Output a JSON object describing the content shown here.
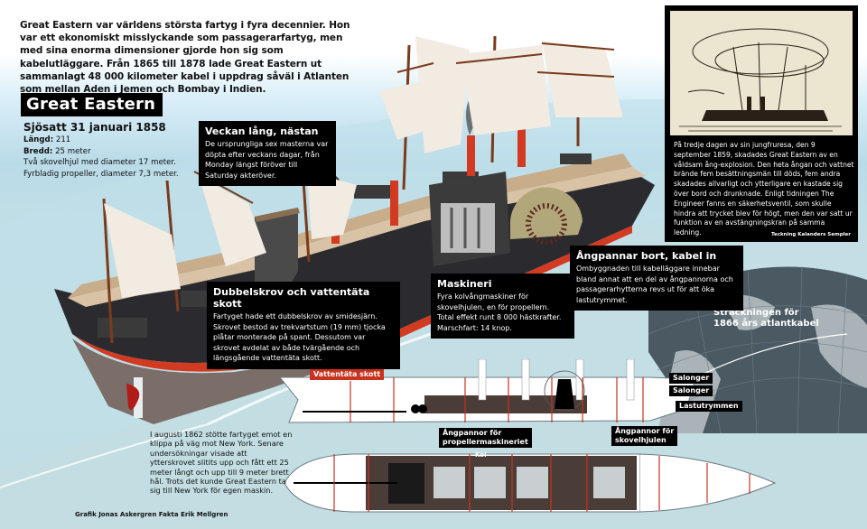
{
  "intro": "Great Eastern var världens största fartyg i fyra decennier. Hon var ett ekonomiskt misslyckande som passagerarfartyg, men med sina  enorma dimensioner gjorde hon sig som kabelutläggare. Från 1865 till 1878 lade Great Eastern ut sammanlagt 48 000 kilometer kabel i uppdrag såväl i Atlanten som mellan Aden i Jemen och Bombay i Indien.",
  "title": "Great Eastern",
  "specs": {
    "launched": "Sjösatt 31 januari 1858",
    "length_label": "Längd:",
    "length_value": " 211",
    "width_label": "Bredd:",
    "width_value": " 25 meter",
    "wheels": "Två skovelhjul med diameter 17 meter. Fyrbladig propeller, diameter 7,3 meter."
  },
  "boxes": {
    "veckan": {
      "title": "Veckan lång, nästan",
      "text": "De ursprungliga sex masterna var döpta efter veckans dagar, från Monday längst föröver till Saturday akteröver."
    },
    "dubbel": {
      "title": "Dubbelskrov och vattentäta skott",
      "text": "Fartyget hade ett dubbelskrov av smidesjärn. Skrovet bestod av trekvartstum (19 mm) tjocka plåtar monterade på spant. Dessutom var skrovet avdelat av både tvärgående och längsgående vattentäta skott."
    },
    "maskineri": {
      "title": "Maskineri",
      "text": "Fyra kolvångmaskiner för skovelhjulen, en för propellern. Total effekt runt 8 000 hästkrafter. Marschfart: 14 knop."
    },
    "angpannar": {
      "title": "Ångpannar bort, kabel in",
      "text": "Ombyggnaden till kabelläggare innebar bland annat att en del av ångpannorna och passagerarhytterna revs ut för att öka lastutrymmet."
    }
  },
  "history": {
    "text": "På tredje dagen av sin jungfruresa, den 9 september 1859, skadades Great Eastern av en våldsam ång-explosion. Den heta ångan och vattnet brände fem besättningsmän till döds, fem andra skadades allvarligt och ytterligare en kastade sig över bord och drunknade. Enligt tidningen The Engineer fanns en säkerhetsventil, som skulle hindra att trycket blev för högt, men den var satt ur funktion av en avstängningskran på samma ledning.",
    "credit": "Teckning Kalanders Sempler"
  },
  "map": {
    "label_line1": "Sträckningen för",
    "label_line2": "1866 års atlantkabel"
  },
  "diagram_labels": {
    "vattentata": "Vattentäta skott",
    "salonger1": "Salonger",
    "salonger2": "Salonger",
    "lastutrymmen": "Lastutrymmen",
    "pannor_propeller_1": "Ångpannor för",
    "pannor_propeller_2": "propellermaskineriet",
    "pannor_skovel_1": "Ångpannor för",
    "pannor_skovel_2": "skovelhjulen",
    "kol": "Kol"
  },
  "accident": "I augusti 1862 stötte fartyget emot en klippa på väg mot New York. Senare undersökningar visade att ytterskrovet slitits upp och fått ett 25 meter långt och upp till 9 meter brett hål. Trots det kunde Great Eastern ta sig till New York för egen maskin.",
  "credits": "Grafik Jonas Askergren  Fakta Erik Mellgren",
  "colors": {
    "accent_red": "#c8321e",
    "hull": "#2b2b2f",
    "sail": "#f1ebe2",
    "mast": "#7a3b1c",
    "sea": "#c3dfe5"
  }
}
